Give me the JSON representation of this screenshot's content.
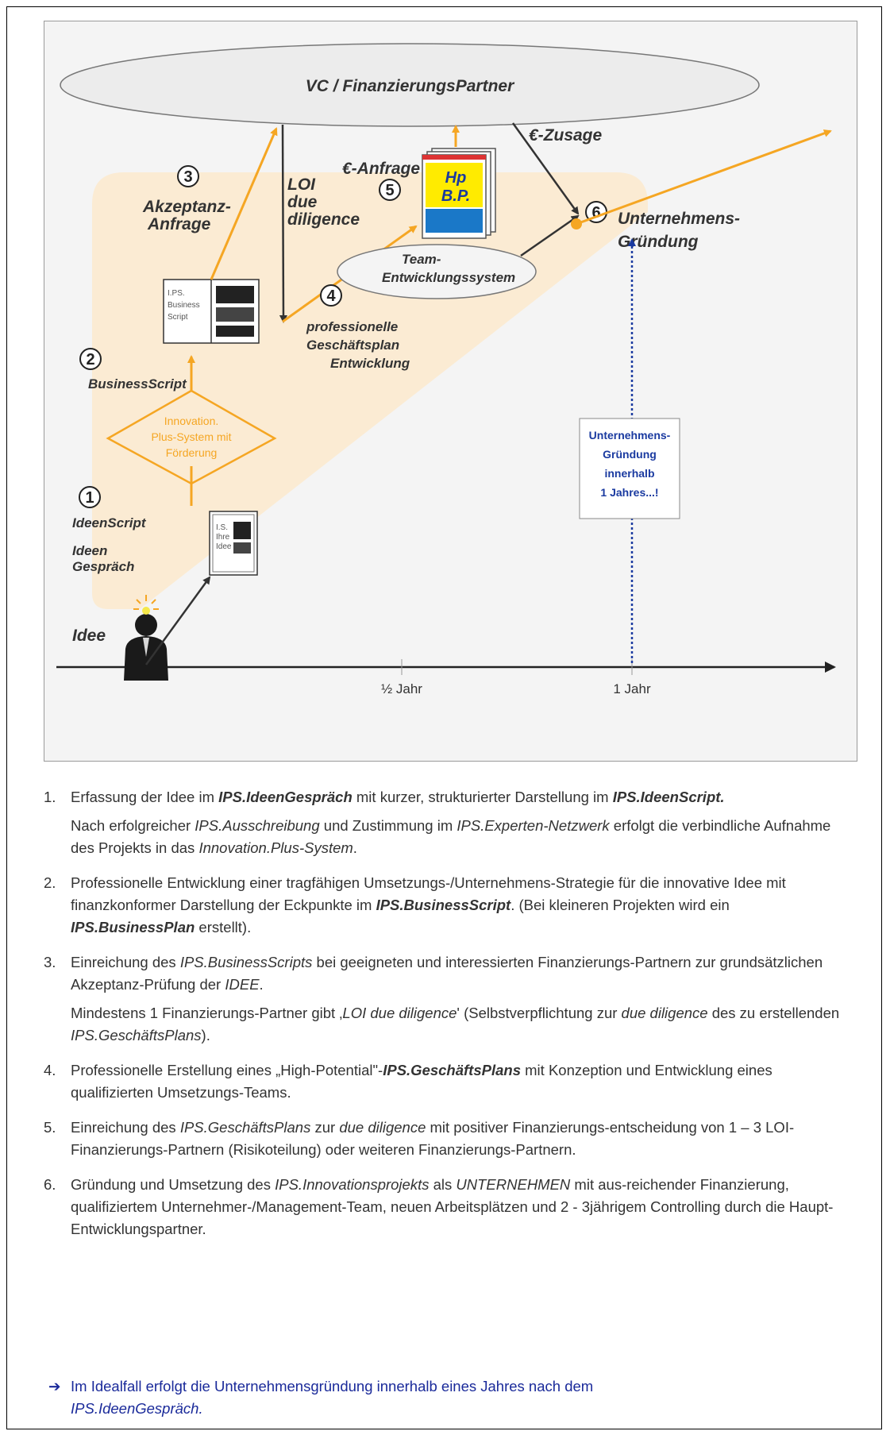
{
  "diagram": {
    "vc_partner": "VC / FinanzierungsPartner",
    "euro_zusage": "€-Zusage",
    "euro_anfrage": "€-Anfrage",
    "akzeptanz_line1": "Akzeptanz-",
    "akzeptanz_line2": "Anfrage",
    "loi_line1": "LOI",
    "loi_line2": "due",
    "loi_line3": "diligence",
    "unternehmens_line1": "Unternehmens-",
    "unternehmens_line2": "Gründung",
    "team_line1": "Team-",
    "team_line2": "Entwicklungssystem",
    "profi_line1": "professionelle",
    "profi_line2": "Geschäftsplan",
    "profi_line3": "Entwicklung",
    "business_script": "BusinessScript",
    "innovation_line1": "Innovation.",
    "innovation_line2": "Plus-System mit",
    "innovation_line3": "Förderung",
    "ideen_script": "IdeenScript",
    "ideen_line1": "Ideen",
    "ideen_line2": "Gespräch",
    "idee": "Idee",
    "half_year": "½ Jahr",
    "one_year": "1 Jahr",
    "blue_box_line1": "Unternehmens-",
    "blue_box_line2": "Gründung",
    "blue_box_line3": "innerhalb",
    "blue_box_line4": "1 Jahres...!",
    "ips_doc_line1": "I.PS.",
    "ips_doc_line2": "Business",
    "ips_doc_line3": "Script",
    "is_doc_line1": "I.S.",
    "is_doc_line2": "Ihre",
    "is_doc_line3": "Idee",
    "hp_line1": "Hp",
    "hp_line2": "B.P.",
    "circle_1": "1",
    "circle_2": "2",
    "circle_3": "3",
    "circle_4": "4",
    "circle_5": "5",
    "circle_6": "6",
    "colors": {
      "orange": "#f5a623",
      "dark_arrow": "#333333",
      "blue": "#1a3aa0",
      "beige": "#fbebd3"
    }
  },
  "steps": [
    {
      "num": "1.",
      "p1": [
        "Erfassung der Idee im ",
        "IPS.IdeenGespräch",
        " mit kurzer, strukturierter Darstellung im ",
        "IPS.IdeenScript."
      ],
      "p2": [
        "Nach erfolgreicher ",
        "IPS.Ausschreibung",
        " und Zustimmung im ",
        "IPS.Experten-Netzwerk",
        " erfolgt die verbindliche Aufnahme des Projekts in das ",
        "Innovation.Plus-System",
        "."
      ]
    },
    {
      "num": "2.",
      "p1": [
        "Professionelle Entwicklung einer tragfähigen Umsetzungs-/Unternehmens-Strategie für die innovative Idee mit finanzkonformer Darstellung der Eckpunkte im ",
        "IPS.BusinessScript",
        ". (Bei kleineren Projekten wird ein ",
        "IPS.BusinessPlan",
        " erstellt)."
      ]
    },
    {
      "num": "3.",
      "p1": [
        "Einreichung des ",
        "IPS.BusinessScripts",
        " bei geeigneten und interessierten Finanzierungs-Partnern zur grundsätzlichen Akzeptanz-Prüfung der ",
        "IDEE",
        "."
      ],
      "p2": [
        "Mindestens 1 Finanzierungs-Partner gibt ‚",
        "LOI due diligence",
        "' (Selbstverpflichtung zur ",
        "due diligence",
        " des zu erstellenden ",
        "IPS.GeschäftsPlans",
        ")."
      ]
    },
    {
      "num": "4.",
      "p1": [
        "Professionelle Erstellung eines „High-Potential\"-",
        "IPS.GeschäftsPlans",
        " mit Konzeption und Entwicklung eines qualifizierten Umsetzungs-Teams."
      ]
    },
    {
      "num": "5.",
      "p1": [
        "Einreichung des ",
        "IPS.GeschäftsPlans",
        " zur ",
        "due diligence",
        " mit positiver Finanzierungs-entscheidung von 1 – 3 LOI-Finanzierungs-Partnern (Risikoteilung) oder weiteren Finanzierungs-Partnern."
      ]
    },
    {
      "num": "6.",
      "p1": [
        "Gründung und Umsetzung des ",
        "IPS.Innovationsprojekts",
        " als ",
        "UNTERNEHMEN",
        " mit aus-reichender Finanzierung, qualifiziertem Unternehmer-/Management-Team, neuen Arbeitsplätzen und 2 - 3jährigem Controlling durch die Haupt-Entwicklungspartner."
      ]
    }
  ],
  "conclusion": {
    "arrow": "➔",
    "text": "Im Idealfall erfolgt die Unternehmensgründung innerhalb eines Jahres nach dem",
    "italic": "IPS.IdeenGespräch."
  }
}
